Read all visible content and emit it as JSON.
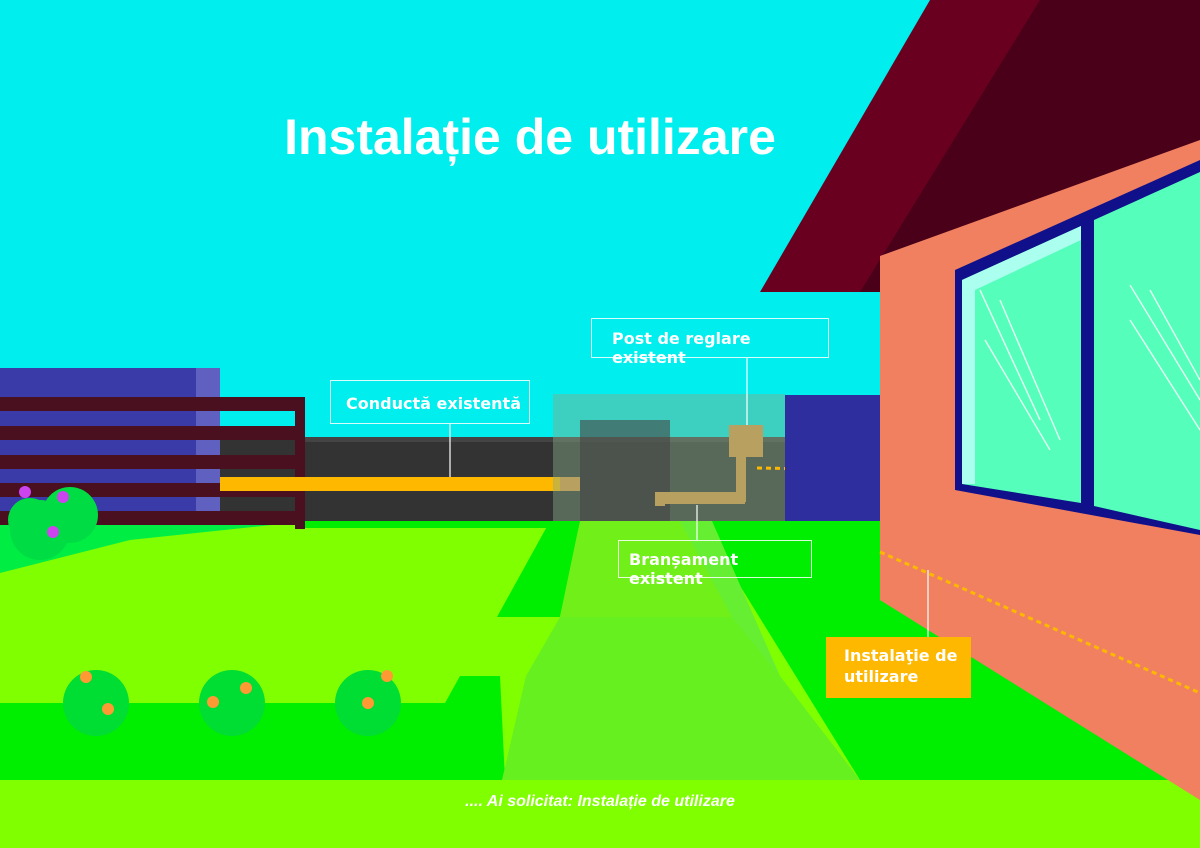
{
  "title": "Instalație de utilizare",
  "labels": {
    "post_reglare": "Post de reglare existent",
    "conducta": "Conductă existentă",
    "bransament": "Branșament existent",
    "instalatie_line1": "Instalaţie de",
    "instalatie_line2": "utilizare"
  },
  "footer": ".... Ai solicitat: Instalație de utilizare",
  "colors": {
    "sky": "#00eeee",
    "grass": "#80ff00",
    "house_wall": "#f08060",
    "roof": "#5a0018",
    "gas_pipe": "#ffb800",
    "label_highlight": "#ffb800",
    "window_frame": "#10108a"
  }
}
